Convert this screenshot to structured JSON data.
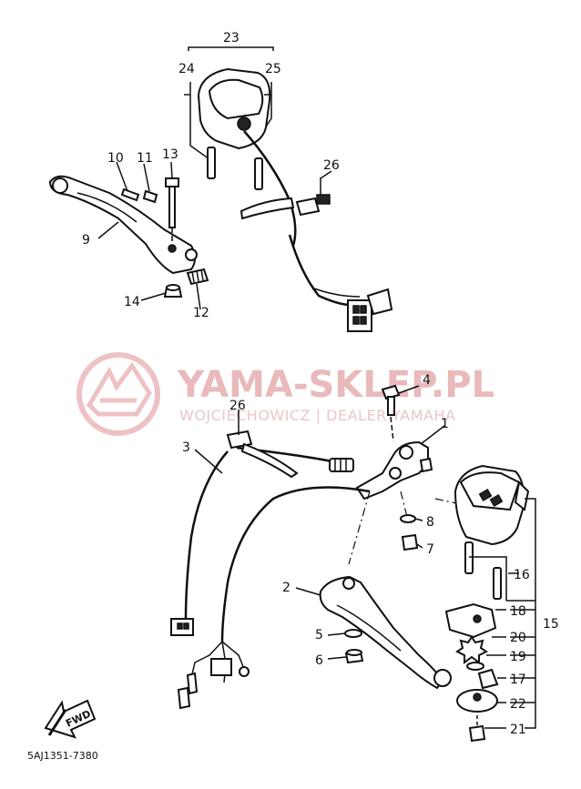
{
  "watermark": {
    "title": "YAMA-SKLEP.PL",
    "subtitle": "WOJCIECHOWICZ | DEALER YAMAHA"
  },
  "part_labels": [
    "23",
    "24",
    "25",
    "26",
    "10",
    "11",
    "13",
    "9",
    "14",
    "12",
    "4",
    "26",
    "1",
    "3",
    "8",
    "7",
    "2",
    "16",
    "18",
    "15",
    "5",
    "20",
    "6",
    "19",
    "17",
    "22",
    "21"
  ],
  "fwd_label": "FWD",
  "diagram_code": "5AJ1351-7380",
  "colors": {
    "ink": "#111111",
    "watermark": "#e9b9bb"
  }
}
